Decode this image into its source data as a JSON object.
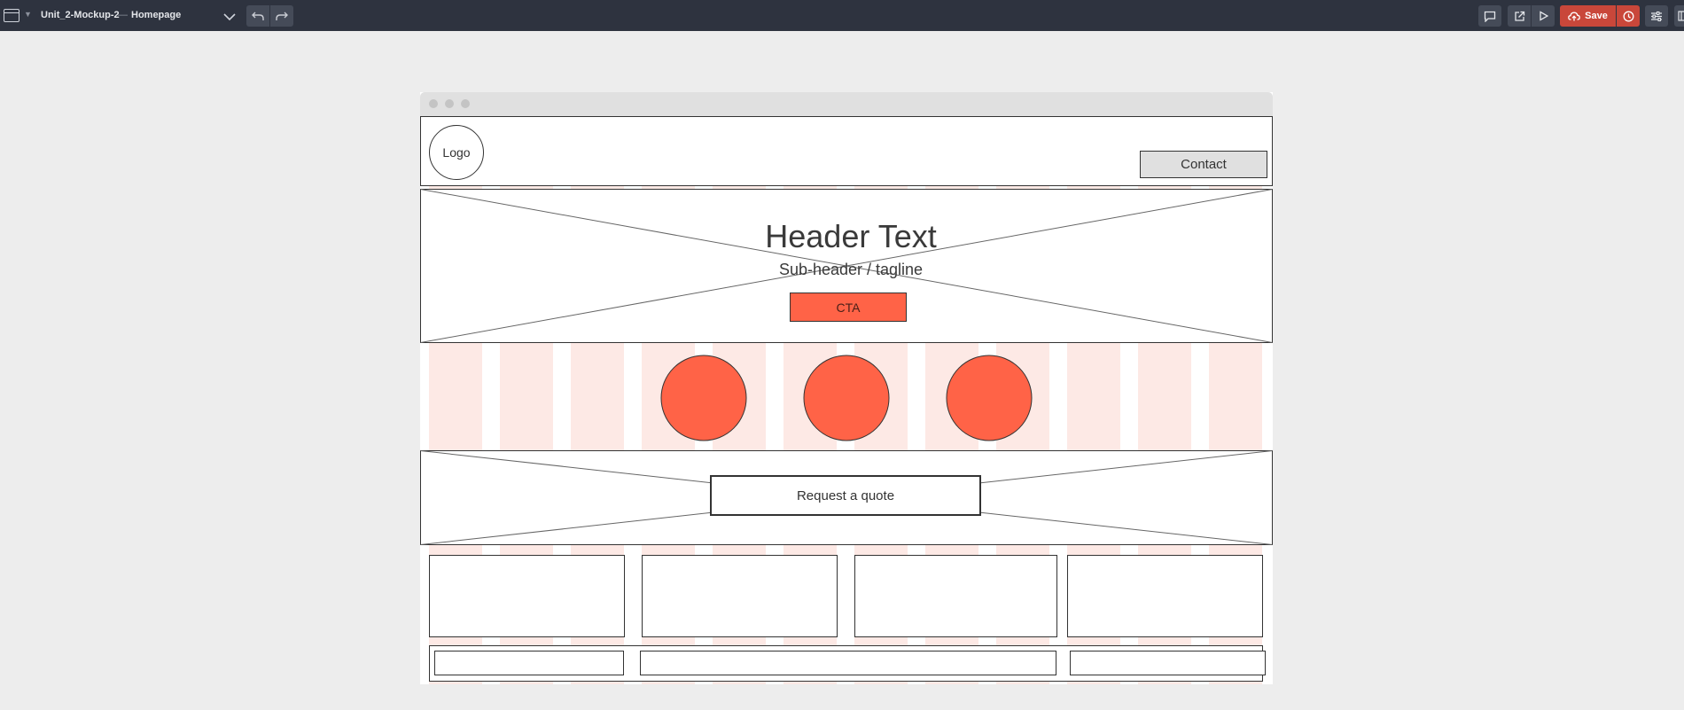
{
  "toolbar": {
    "project_name": "Unit_2-Mockup-2",
    "separator": "—",
    "page_name": "Homepage",
    "save_label": "Save",
    "icons": [
      "document-icon",
      "caret-down-icon",
      "chevron-down-icon",
      "undo-icon",
      "redo-icon",
      "comment-icon",
      "share-icon",
      "play-icon",
      "cloud-upload-icon",
      "history-icon",
      "settings-icon",
      "panel-icon"
    ],
    "colors": {
      "bar": "#2e333f",
      "button": "#454b58",
      "save": "#c9473a"
    }
  },
  "wireframe": {
    "logo_label": "Logo",
    "contact_label": "Contact",
    "header_text": "Header Text",
    "subheader_text": "Sub-header / tagline",
    "cta_label": "CTA",
    "quote_label": "Request a quote",
    "colors": {
      "accent": "#ff6347",
      "grid_column": "#fde9e5",
      "stroke": "#333333"
    }
  }
}
